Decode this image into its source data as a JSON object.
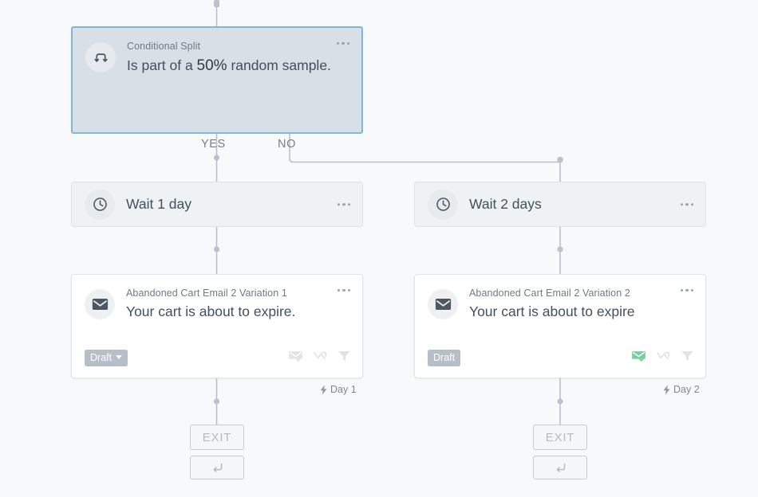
{
  "canvas": {
    "background": "#f7f9fa",
    "connector_color": "#b9c2ca"
  },
  "nodes": {
    "conditional_split": {
      "icon": "split-branch-icon",
      "label": "Conditional Split",
      "title_prefix": "Is part of a ",
      "title_percent": "50%",
      "title_suffix": " random sample.",
      "selected": true,
      "selection_color": "#82b5dc",
      "menu": "kebab-menu"
    },
    "wait_left": {
      "icon": "clock-icon",
      "title": "Wait 1 day",
      "menu": "kebab-menu"
    },
    "wait_right": {
      "icon": "clock-icon",
      "title": "Wait 2 days",
      "menu": "kebab-menu"
    },
    "email_left": {
      "icon": "envelope-icon",
      "label": "Abandoned Cart Email 2 Variation 1",
      "title": "Your cart is about to expire.",
      "status_badge": "Draft",
      "badge_has_caret": true,
      "menu": "kebab-menu",
      "footer_icons": [
        {
          "name": "envelope-check-icon",
          "color": "#dfe3e7"
        },
        {
          "name": "split-path-icon",
          "color": "#dfe3e7"
        },
        {
          "name": "filter-funnel-icon",
          "color": "#dfe3e7"
        }
      ],
      "day_bolt": "⚡",
      "day_label": "Day 1"
    },
    "email_right": {
      "icon": "envelope-icon",
      "label": "Abandoned Cart Email 2 Variation 2",
      "title": "Your cart is about to expire",
      "status_badge": "Draft",
      "badge_has_caret": false,
      "menu": "kebab-menu",
      "footer_icons": [
        {
          "name": "envelope-check-icon",
          "color": "#74cf9c"
        },
        {
          "name": "split-path-icon",
          "color": "#dfe3e7"
        },
        {
          "name": "filter-funnel-icon",
          "color": "#dfe3e7"
        }
      ],
      "day_bolt": "⚡",
      "day_label": "Day 2"
    }
  },
  "branches": {
    "yes": "YES",
    "no": "NO"
  },
  "exits": {
    "left": {
      "label": "EXIT",
      "loop_icon": "return-arrow-icon"
    },
    "right": {
      "label": "EXIT",
      "loop_icon": "return-arrow-icon"
    }
  }
}
